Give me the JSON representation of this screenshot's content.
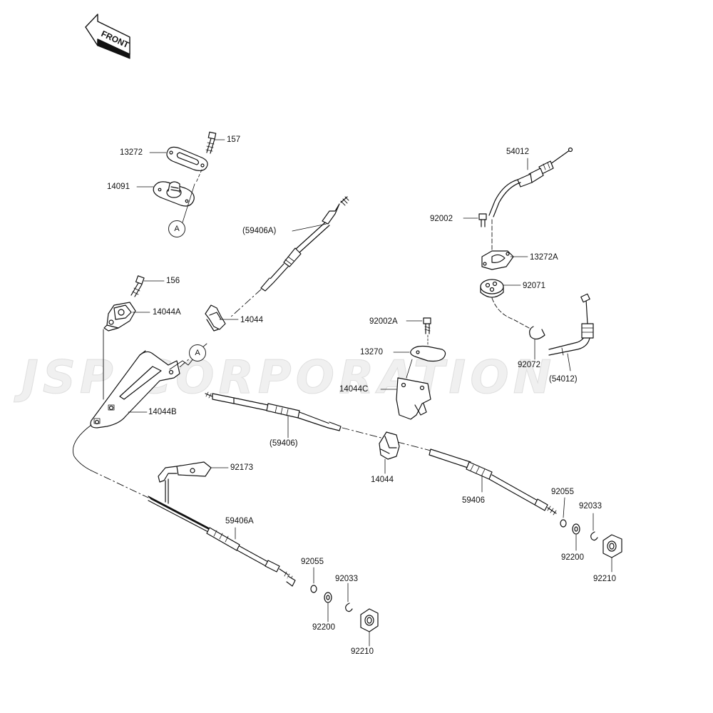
{
  "watermark": "JSP CORPORATION",
  "front_label": "FRONT",
  "callout_a": "A",
  "parts": {
    "p157": "157",
    "p13272": "13272",
    "p14091": "14091",
    "p59406A_top": "(59406A)",
    "p156": "156",
    "p14044A": "14044A",
    "p14044_top": "14044",
    "p14044B": "14044B",
    "p92173": "92173",
    "p59406A_bottom": "59406A",
    "p92055_left": "92055",
    "p92033_left": "92033",
    "p92200_left": "92200",
    "p92210_left": "92210",
    "p54012_top": "54012",
    "p92002": "92002",
    "p13272A": "13272A",
    "p92071": "92071",
    "p92072": "92072",
    "p54012_paren": "(54012)",
    "p92002A": "92002A",
    "p13270": "13270",
    "p14044C": "14044C",
    "p59406_paren": "(59406)",
    "p14044_mid": "14044",
    "p59406_right": "59406",
    "p92055_right": "92055",
    "p92033_right": "92033",
    "p92200_right": "92200",
    "p92210_right": "92210"
  }
}
